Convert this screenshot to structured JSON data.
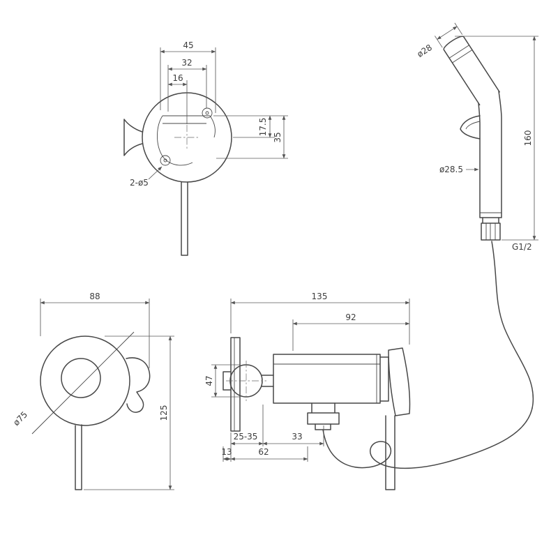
{
  "views": {
    "holder_top": {
      "overall_width": "45",
      "slot_width": "32",
      "slot_half": "16",
      "hole_offset": "17.5",
      "hole_spacing": "35",
      "holes_note": "2-ø5"
    },
    "sprayer": {
      "head_diameter": "ø28",
      "overall_height": "160",
      "body_diameter": "ø28.5",
      "thread": "G1/2"
    },
    "plate_front": {
      "overall_width": "88",
      "plate_diameter": "ø75",
      "overall_height": "125"
    },
    "valve_side": {
      "overall_length": "135",
      "body_length": "92",
      "center_height": "47",
      "wall_thickness": "25-35",
      "outlet_offset": "33",
      "recess_depth": "13",
      "total_depth": "62"
    }
  }
}
